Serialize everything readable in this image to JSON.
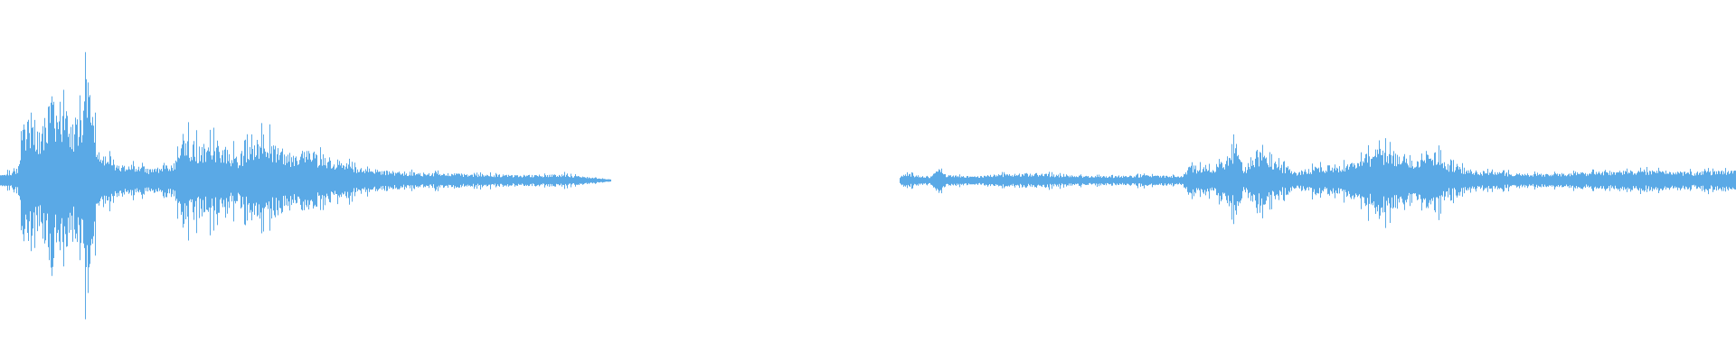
{
  "waveform": {
    "color": "#5aa9e6",
    "background": "#ffffff",
    "clips": [
      {
        "name": "clip-1",
        "start_fraction": 0.0,
        "end_fraction": 0.352,
        "envelope": [
          [
            0.0,
            0.05
          ],
          [
            0.01,
            0.08
          ],
          [
            0.014,
            0.55
          ],
          [
            0.018,
            0.6
          ],
          [
            0.022,
            0.42
          ],
          [
            0.03,
            0.78
          ],
          [
            0.036,
            0.65
          ],
          [
            0.042,
            0.52
          ],
          [
            0.047,
            0.6
          ],
          [
            0.05,
            1.0
          ],
          [
            0.056,
            0.28
          ],
          [
            0.07,
            0.14
          ],
          [
            0.09,
            0.1
          ],
          [
            0.1,
            0.16
          ],
          [
            0.107,
            0.38
          ],
          [
            0.115,
            0.3
          ],
          [
            0.125,
            0.34
          ],
          [
            0.137,
            0.22
          ],
          [
            0.15,
            0.42
          ],
          [
            0.165,
            0.24
          ],
          [
            0.178,
            0.26
          ],
          [
            0.19,
            0.2
          ],
          [
            0.205,
            0.11
          ],
          [
            0.222,
            0.08
          ],
          [
            0.245,
            0.06
          ],
          [
            0.275,
            0.05
          ],
          [
            0.3,
            0.04
          ],
          [
            0.325,
            0.05
          ],
          [
            0.335,
            0.03
          ],
          [
            0.352,
            0.0
          ]
        ]
      },
      {
        "name": "clip-2",
        "start_fraction": 0.518,
        "end_fraction": 1.0,
        "envelope": [
          [
            0.518,
            0.02
          ],
          [
            0.522,
            0.07
          ],
          [
            0.527,
            0.04
          ],
          [
            0.536,
            0.03
          ],
          [
            0.54,
            0.1
          ],
          [
            0.545,
            0.04
          ],
          [
            0.56,
            0.03
          ],
          [
            0.576,
            0.05
          ],
          [
            0.595,
            0.06
          ],
          [
            0.612,
            0.04
          ],
          [
            0.64,
            0.03
          ],
          [
            0.66,
            0.04
          ],
          [
            0.68,
            0.03
          ],
          [
            0.685,
            0.13
          ],
          [
            0.7,
            0.1
          ],
          [
            0.712,
            0.32
          ],
          [
            0.717,
            0.08
          ],
          [
            0.725,
            0.25
          ],
          [
            0.745,
            0.07
          ],
          [
            0.76,
            0.12
          ],
          [
            0.775,
            0.14
          ],
          [
            0.786,
            0.22
          ],
          [
            0.795,
            0.28
          ],
          [
            0.805,
            0.24
          ],
          [
            0.815,
            0.2
          ],
          [
            0.825,
            0.28
          ],
          [
            0.833,
            0.14
          ],
          [
            0.85,
            0.08
          ],
          [
            0.87,
            0.06
          ],
          [
            0.89,
            0.05
          ],
          [
            0.92,
            0.07
          ],
          [
            0.945,
            0.09
          ],
          [
            0.97,
            0.07
          ],
          [
            1.0,
            0.09
          ]
        ]
      }
    ]
  }
}
